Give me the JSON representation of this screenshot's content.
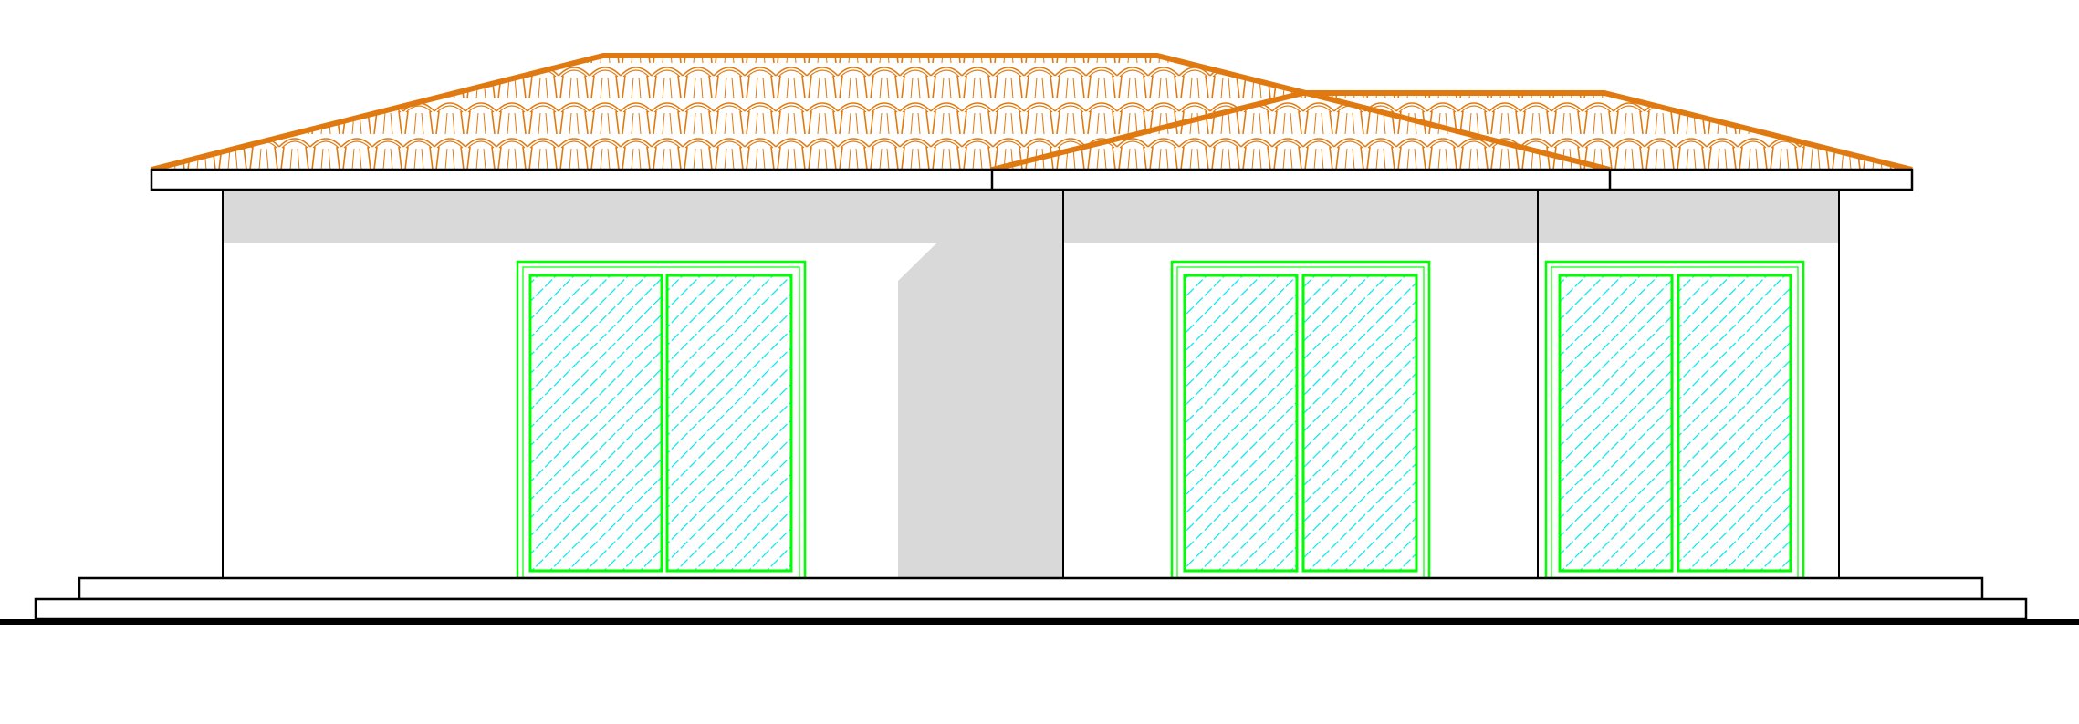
{
  "drawing": {
    "type": "building-front-elevation",
    "roof_sections": 2,
    "window_count": 3,
    "panes_per_window": 2
  },
  "colors": {
    "roof": "#e07a10",
    "window_frame": "#00ff00",
    "glass_hatch": "#00e5ee",
    "shadow": "#d9d9d9",
    "outline": "#000000"
  }
}
